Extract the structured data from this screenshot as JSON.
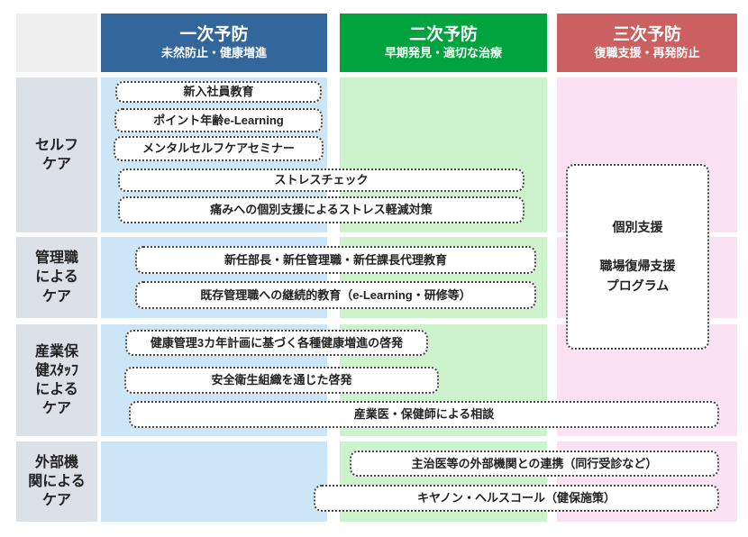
{
  "header": {
    "columns": [
      {
        "title": "一次予防",
        "subtitle": "未然防止・健康増進"
      },
      {
        "title": "二次予防",
        "subtitle": "早期発見・適切な治療"
      },
      {
        "title": "三次予防",
        "subtitle": "復職支援・再発防止"
      }
    ]
  },
  "row_labels": [
    {
      "label": "セルフ\nケア"
    },
    {
      "label": "管理職\nによる\nケア"
    },
    {
      "label": "産業保\n健ｽﾀｯﾌ\nによる\nケア"
    },
    {
      "label": "外部機\n関による\nケア"
    }
  ],
  "boxes": [
    {
      "text": "新入社員教育"
    },
    {
      "text": "ポイント年齢e-Learning"
    },
    {
      "text": "メンタルセルフケアセミナー"
    },
    {
      "text": "ストレスチェック"
    },
    {
      "text": "痛みへの個別支援によるストレス軽減対策"
    },
    {
      "text": "新任部長・新任管理職・新任課長代理教育"
    },
    {
      "text": "既存管理職への継続的教育（e-Learning・研修等）"
    },
    {
      "text": "健康管理3カ年計画に基づく各種健康増進の啓発"
    },
    {
      "text": "安全衛生組織を通じた啓発"
    },
    {
      "text": "産業医・保健師による相談"
    },
    {
      "text": "主治医等の外部機関との連携（同行受診など）"
    },
    {
      "text": "キヤノン・ヘルスコール（健保施策）"
    }
  ],
  "support_box": {
    "text": "個別支援\n\n職場復帰支援\nプログラム"
  },
  "colors": {
    "primary_header": "#33679B",
    "secondary_header": "#00A33E",
    "tertiary_header": "#CC5F5F",
    "primary_band": "#CDE6F7",
    "secondary_band": "#CDF3CC",
    "tertiary_band": "#FBE2F2",
    "row_label_bg": "#DCE0E7",
    "corner_bg": "#EFEFEF",
    "box_border": "#444444"
  }
}
